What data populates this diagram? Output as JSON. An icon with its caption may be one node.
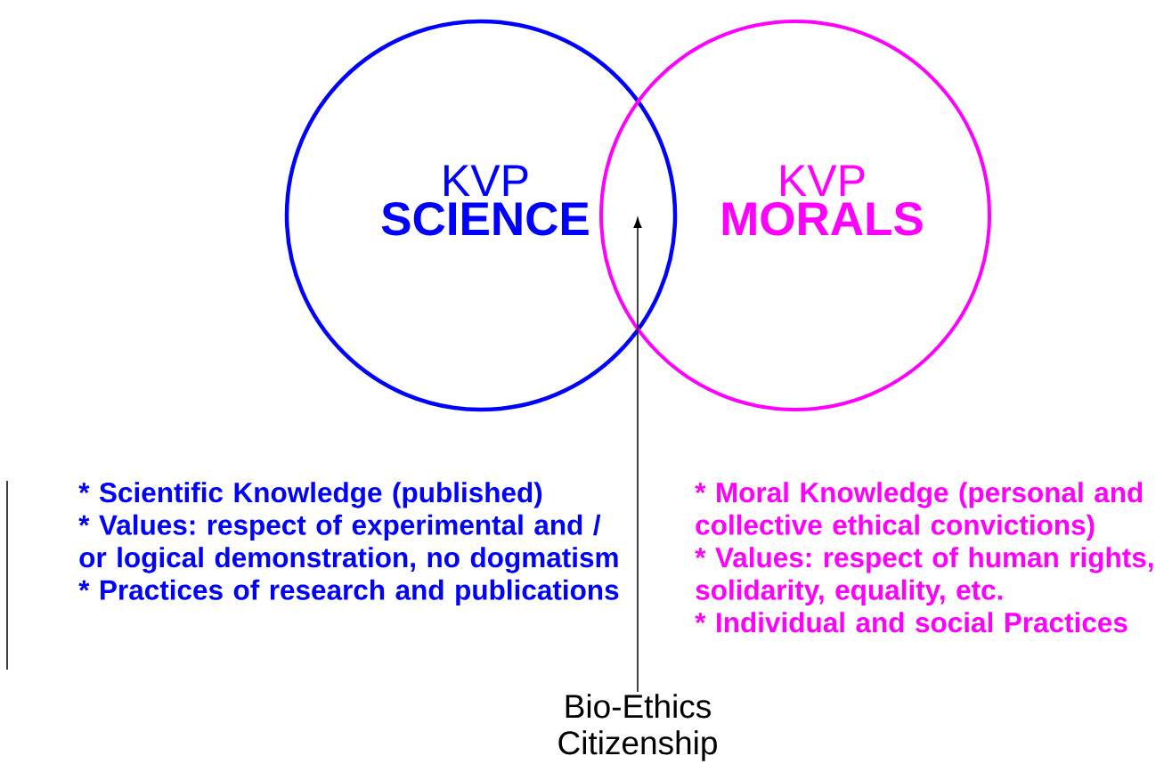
{
  "diagram": {
    "nodes": [
      {
        "text": [
          "KVP",
          "SCIENCE"
        ]
      },
      {
        "text": [
          "KVP",
          "MORALS"
        ]
      },
      {
        "text": [
          "Bio-Ethics Citizenship"
        ]
      }
    ],
    "edges": [
      {
        "from": 2,
        "to": 0,
        "arrow": "to"
      },
      {
        "from": 2,
        "to": 1,
        "arrow": "to"
      }
    ],
    "labels": [
      "* Scientific Knowledge (published)",
      "* Values: respect of experimental and / or logical demonstration, no dogmatism",
      "* Practices of research and publications",
      "* Moral Knowledge (personal and collective ethical convictions)",
      "* Values: respect of human rights, solidarity, equality, etc.",
      "* Individual and social Practices"
    ]
  }
}
